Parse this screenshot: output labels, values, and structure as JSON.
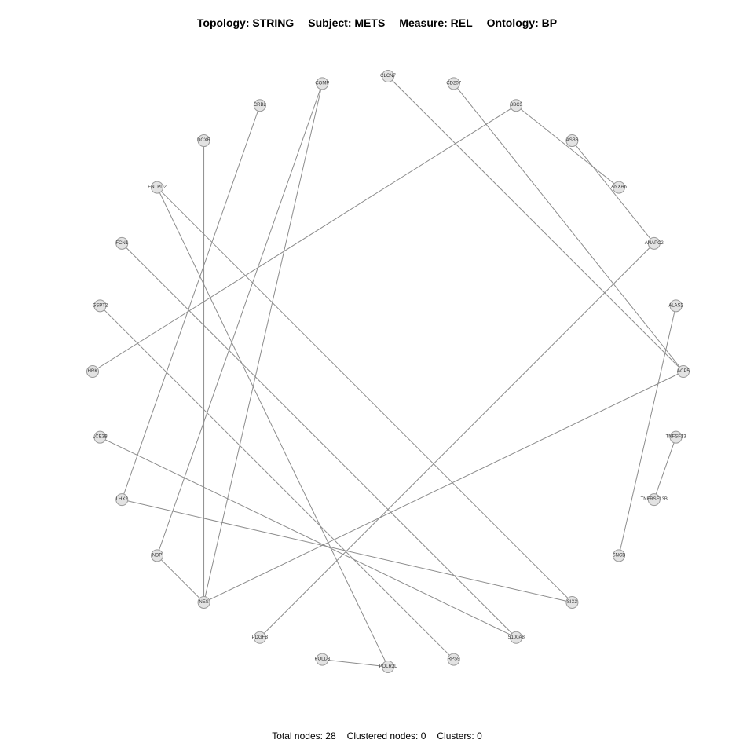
{
  "header": {
    "topology": "Topology: STRING",
    "subject": "Subject: METS",
    "measure": "Measure: REL",
    "ontology": "Ontology: BP"
  },
  "footer": {
    "total_nodes": "Total nodes: 28",
    "clustered_nodes": "Clustered nodes: 0",
    "clusters": "Clusters: 0"
  },
  "network": {
    "nodes": [
      "CLCN7",
      "CD207",
      "BBC3",
      "ASB6",
      "ANXA6",
      "ANAPC2",
      "ALAS2",
      "ACP5",
      "TNFSF13",
      "TNFRSF13B",
      "SNCB",
      "SIX3",
      "S100A8",
      "RPS9",
      "POLR2L",
      "POLD3",
      "PDGFB",
      "NES",
      "NDP",
      "LHX2",
      "LCE3B",
      "HRK",
      "GSPT2",
      "FCN1",
      "ENTPD2",
      "DCXR",
      "CRB2",
      "COMP"
    ],
    "edges": [
      [
        "COMP",
        "NDP"
      ],
      [
        "COMP",
        "NES"
      ],
      [
        "CLCN7",
        "ACP5"
      ],
      [
        "CD207",
        "ACP5"
      ],
      [
        "BBC3",
        "ANXA6"
      ],
      [
        "BBC3",
        "HRK"
      ],
      [
        "ASB6",
        "ANAPC2"
      ],
      [
        "CRB2",
        "LHX2"
      ],
      [
        "DCXR",
        "NES"
      ],
      [
        "ENTPD2",
        "SIX3"
      ],
      [
        "ENTPD2",
        "POLR2L"
      ],
      [
        "FCN1",
        "S100A8"
      ],
      [
        "GSPT2",
        "RPS9"
      ],
      [
        "LCE3B",
        "S100A8"
      ],
      [
        "LHX2",
        "SIX3"
      ],
      [
        "NDP",
        "NES"
      ],
      [
        "NES",
        "ACP5"
      ],
      [
        "ANAPC2",
        "PDGFB"
      ],
      [
        "ALAS2",
        "SNCB"
      ],
      [
        "TNFSF13",
        "TNFRSF13B"
      ],
      [
        "POLD3",
        "POLR2L"
      ]
    ]
  },
  "colors": {
    "edge": "#8c8c8c",
    "node_fill": "#e3e3e3",
    "node_stroke": "#9a9a9a"
  }
}
